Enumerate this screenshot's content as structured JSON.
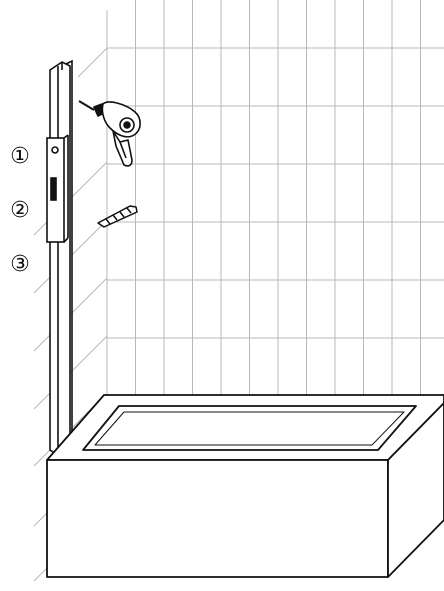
{
  "callouts": [
    {
      "label": "①"
    },
    {
      "label": "②"
    },
    {
      "label": "③"
    }
  ],
  "colors": {
    "line": "#111111",
    "tile_grid": "#b8b8b8",
    "background": "#ffffff"
  },
  "icons": [
    "power-drill-icon",
    "screw-anchor-icon",
    "shower-slide-rail-icon",
    "bathtub-icon"
  ]
}
